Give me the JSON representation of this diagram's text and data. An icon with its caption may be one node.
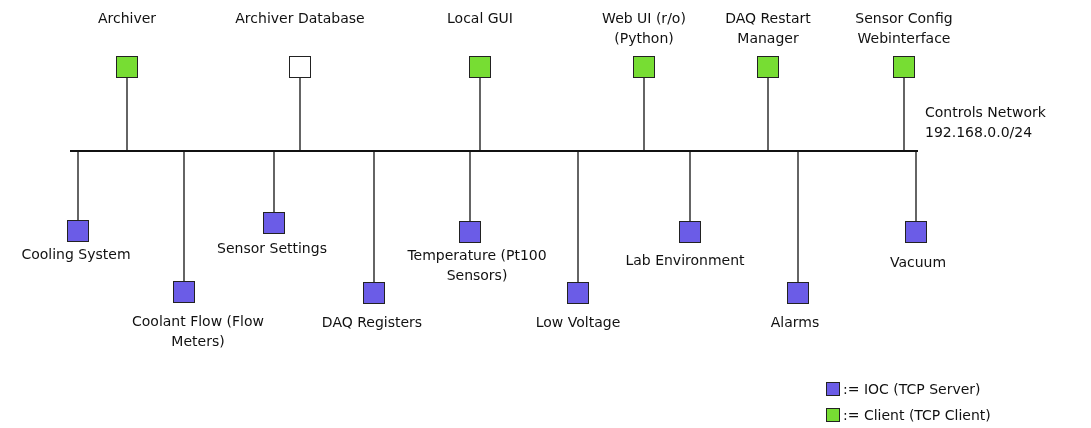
{
  "diagram": {
    "nodes": [
      {
        "text": [
          "Archiver"
        ]
      },
      {
        "text": [
          "Archiver Database"
        ]
      },
      {
        "text": [
          "Local GUI"
        ]
      },
      {
        "text": [
          "Web UI (r/o) (Python)"
        ]
      },
      {
        "text": [
          "DAQ Restart Manager"
        ]
      },
      {
        "text": [
          "Sensor Config Webinterface"
        ]
      },
      {
        "text": [],
        "shape": "bar",
        "beside": [
          "Controls Network 192.168.0.0/24"
        ]
      },
      {
        "text": [
          "Cooling System"
        ]
      },
      {
        "text": [
          "Coolant Flow (Flow Meters)"
        ]
      },
      {
        "text": [
          "Sensor Settings"
        ]
      },
      {
        "text": [
          "DAQ Registers"
        ]
      },
      {
        "text": [
          "Temperature (Pt100 Sensors)"
        ]
      },
      {
        "text": [
          "Low Voltage"
        ]
      },
      {
        "text": [
          "Lab Environment"
        ]
      },
      {
        "text": [
          "Alarms"
        ]
      },
      {
        "text": [
          "Vacuum"
        ]
      }
    ],
    "edges": [
      {
        "from": 0,
        "to": 6,
        "arrow": "none"
      },
      {
        "from": 1,
        "to": 6,
        "arrow": "none"
      },
      {
        "from": 2,
        "to": 6,
        "arrow": "none"
      },
      {
        "from": 3,
        "to": 6,
        "arrow": "none"
      },
      {
        "from": 4,
        "to": 6,
        "arrow": "none"
      },
      {
        "from": 5,
        "to": 6,
        "arrow": "none"
      },
      {
        "from": 6,
        "to": 7,
        "arrow": "none"
      },
      {
        "from": 6,
        "to": 8,
        "arrow": "none"
      },
      {
        "from": 6,
        "to": 9,
        "arrow": "none"
      },
      {
        "from": 6,
        "to": 10,
        "arrow": "none"
      },
      {
        "from": 6,
        "to": 11,
        "arrow": "none"
      },
      {
        "from": 6,
        "to": 12,
        "arrow": "none"
      },
      {
        "from": 6,
        "to": 13,
        "arrow": "none"
      },
      {
        "from": 6,
        "to": 14,
        "arrow": "none"
      },
      {
        "from": 6,
        "to": 15,
        "arrow": "none"
      }
    ],
    "legend": [
      {
        "text": ":= IOC (TCP Server)",
        "color": "#6b5ce7"
      },
      {
        "text": ":= Client (TCP Client)",
        "color": "#77dd33"
      }
    ]
  }
}
